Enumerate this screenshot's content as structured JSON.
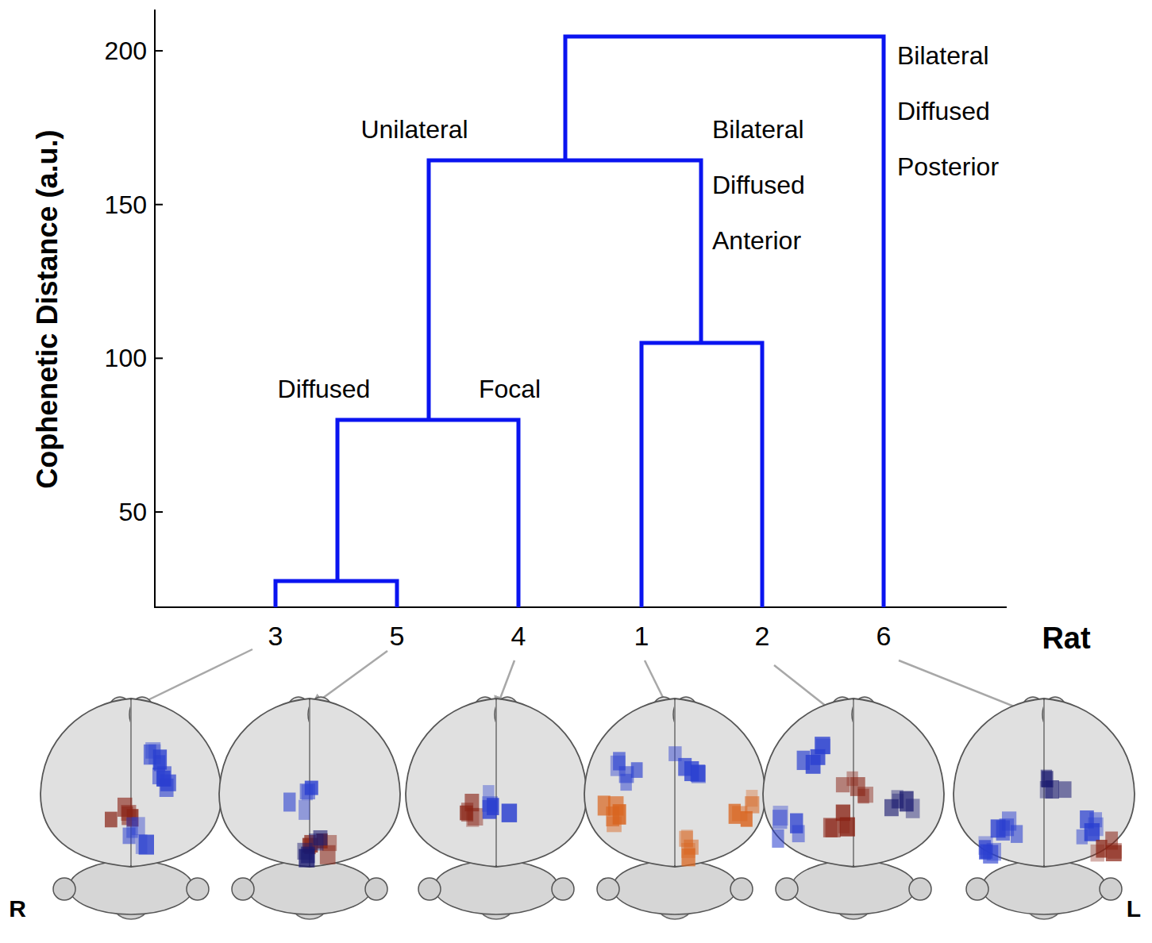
{
  "diagram": {
    "labels": [
      "Cophenetic Distance (a.u.)",
      "200",
      "150",
      "100",
      "50",
      "Unilateral",
      "Bilateral Diffused Anterior",
      "Bilateral Diffused Posterior",
      "Diffused",
      "Focal",
      "3",
      "5",
      "4",
      "1",
      "2",
      "6",
      "Rat",
      "R",
      "L"
    ]
  }
}
